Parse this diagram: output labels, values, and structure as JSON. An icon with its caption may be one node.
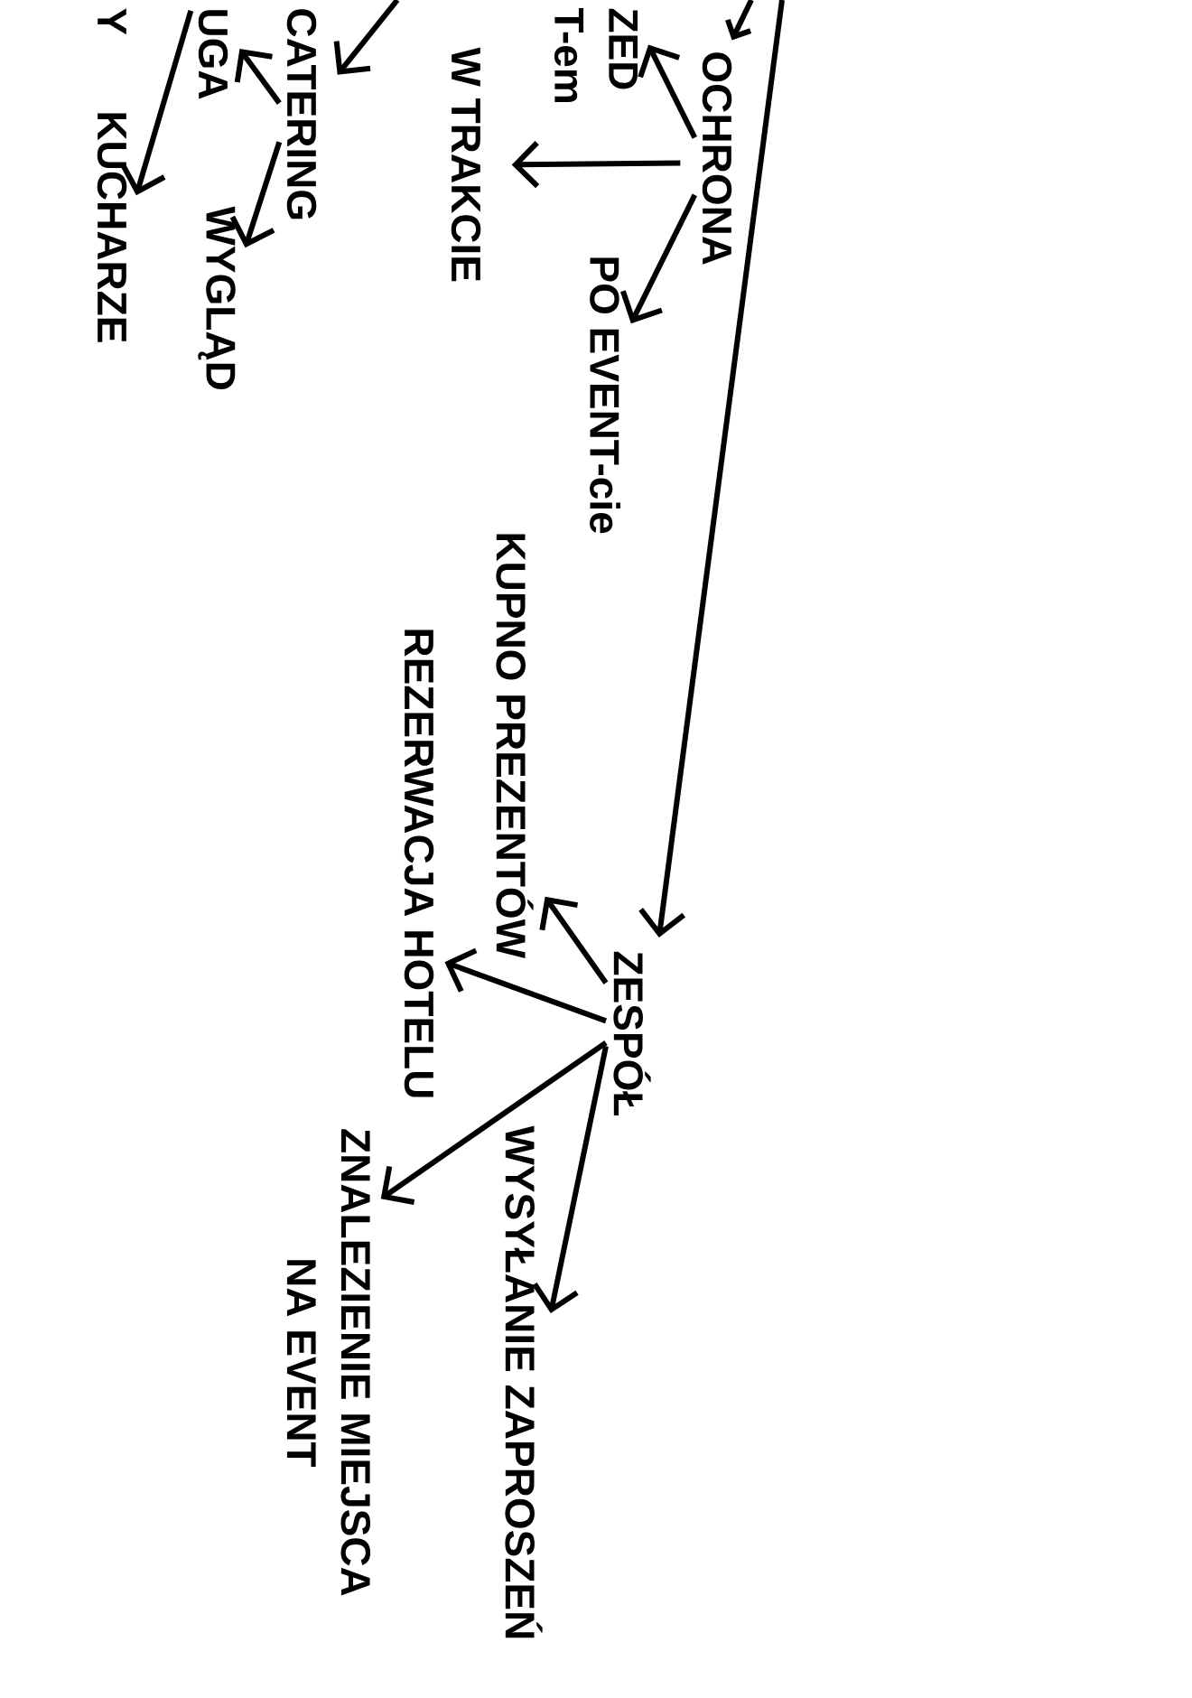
{
  "diagram": {
    "nodes": [
      {
        "text": [
          "UGA"
        ]
      },
      {
        "text": [
          "KUCHARZE"
        ]
      },
      {
        "text": [
          "CATERING"
        ]
      },
      {
        "text": [
          "WYGLĄD"
        ]
      },
      {
        "text": [
          "W TRAKCIE"
        ]
      },
      {
        "text": [
          "ZED T-em"
        ]
      },
      {
        "text": [
          "OCHRONA"
        ]
      },
      {
        "text": [
          "PO EVENT-cie"
        ]
      },
      {
        "text": [
          "KUPNO PREZENTÓW"
        ]
      },
      {
        "text": [
          "REZERWACJA HOTELU"
        ]
      },
      {
        "text": [
          "ZESPÓŁ"
        ]
      },
      {
        "text": [
          "WYSYŁANIE ZAPROSZEŃ"
        ]
      },
      {
        "text": [
          "ZNALEZIENIE MIEJSCA NA EVENT"
        ]
      }
    ],
    "edges": [
      {
        "from": null,
        "to": 2,
        "arrow": "to"
      },
      {
        "from": 2,
        "to": 0,
        "arrow": "to"
      },
      {
        "from": 2,
        "to": 3,
        "arrow": "to"
      },
      {
        "from": 0,
        "to": 1,
        "arrow": "to"
      },
      {
        "from": null,
        "to": 6,
        "arrow": "to"
      },
      {
        "from": 6,
        "to": 5,
        "arrow": "to"
      },
      {
        "from": 6,
        "to": 4,
        "arrow": "to"
      },
      {
        "from": 6,
        "to": 7,
        "arrow": "to"
      },
      {
        "from": null,
        "to": 10,
        "arrow": "to"
      },
      {
        "from": 10,
        "to": 8,
        "arrow": "to"
      },
      {
        "from": 10,
        "to": 9,
        "arrow": "to"
      },
      {
        "from": 10,
        "to": 12,
        "arrow": "to"
      },
      {
        "from": 10,
        "to": 11,
        "arrow": "to"
      }
    ],
    "labels": [
      "Y"
    ]
  }
}
